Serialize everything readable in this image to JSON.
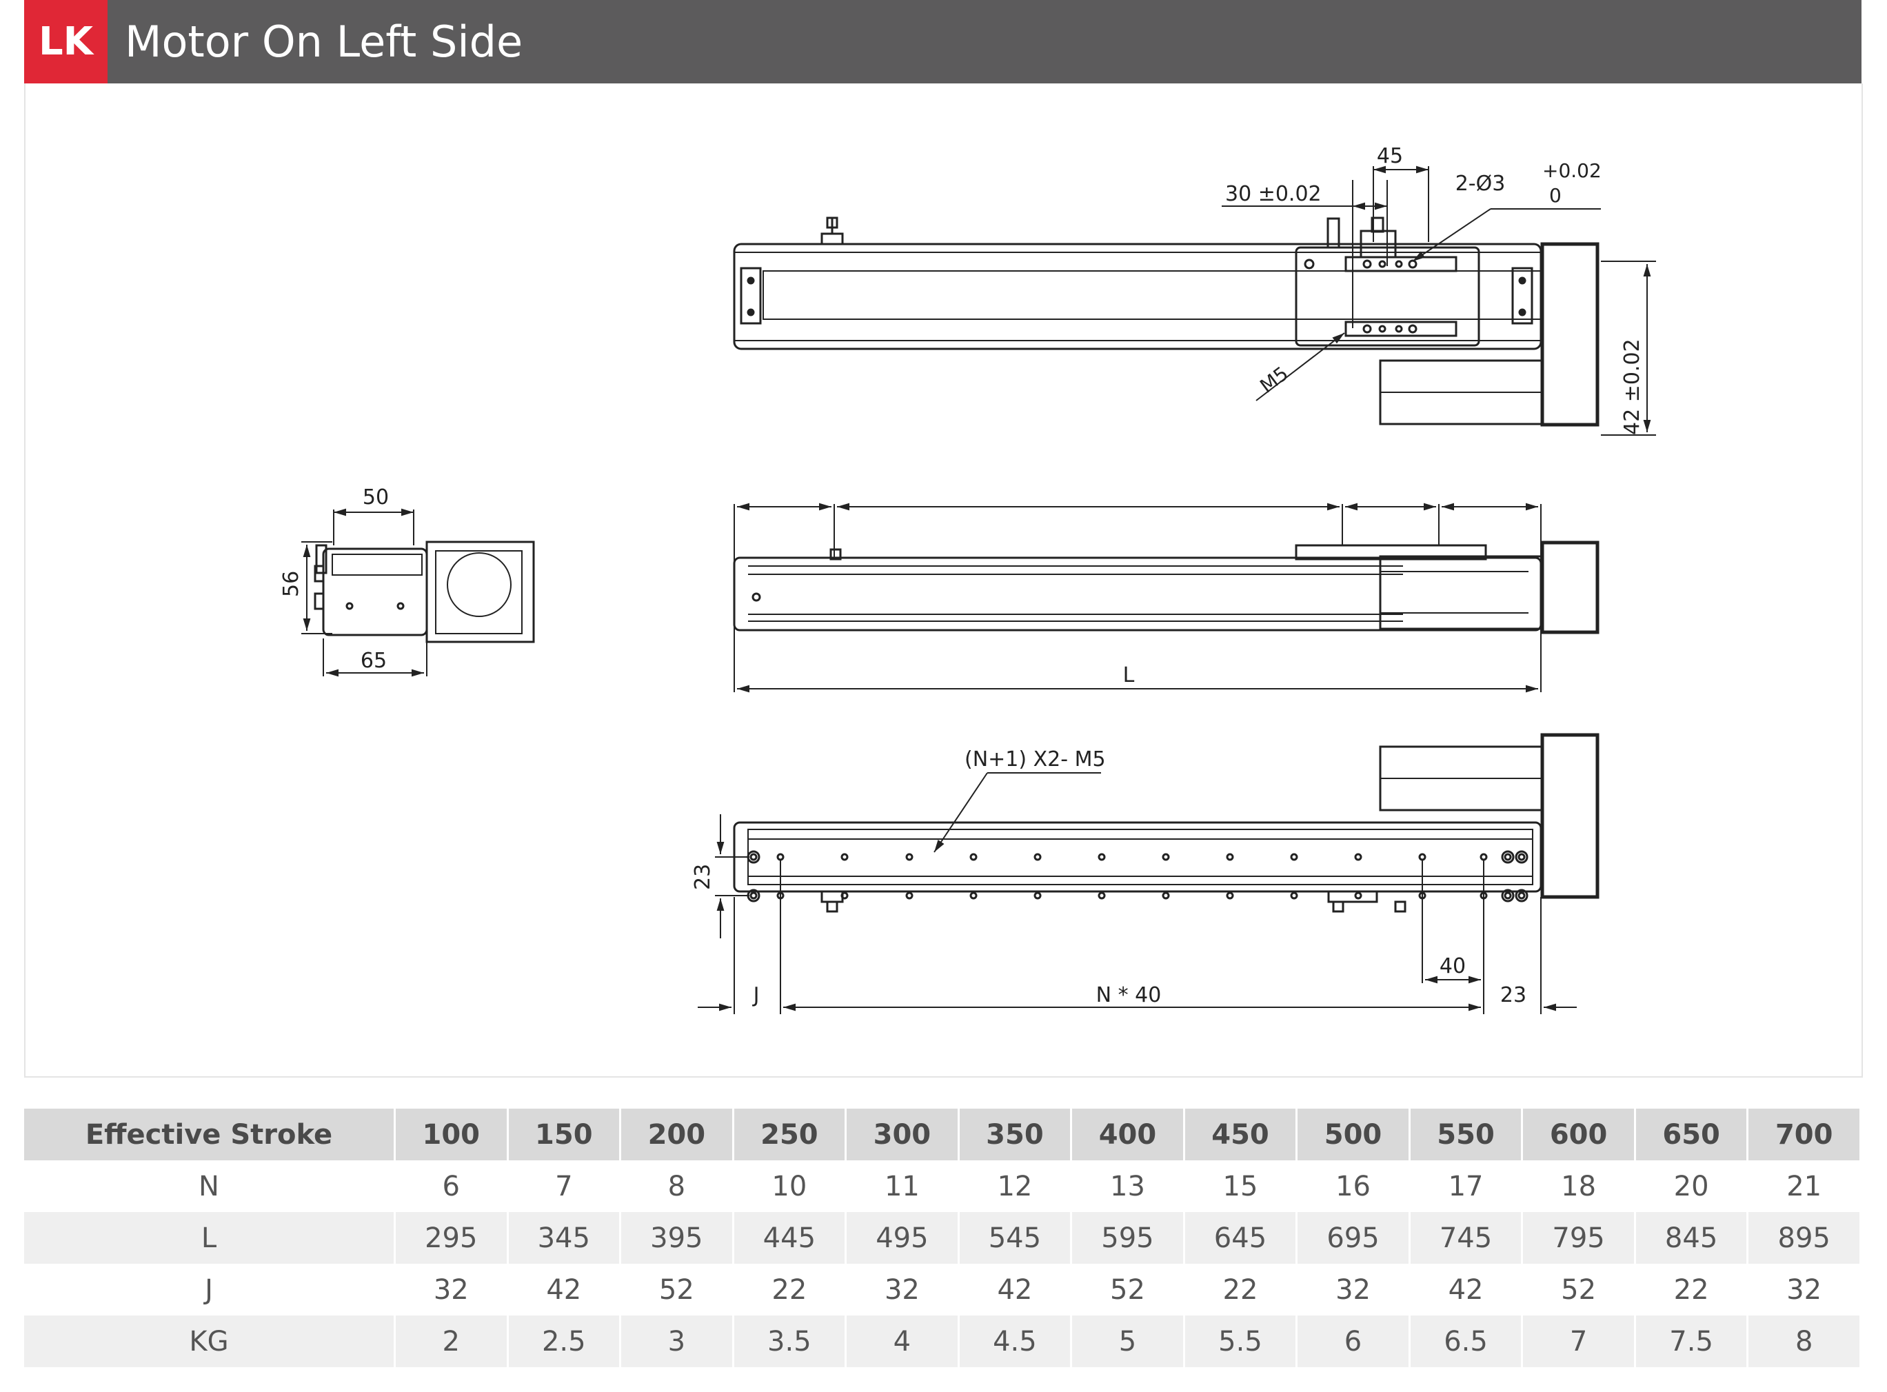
{
  "header": {
    "badge": "LK",
    "title": "Motor On Left Side"
  },
  "drawing": {
    "top_view": {
      "dim_45": "45",
      "dim_30": "30 ±0.02",
      "hole_spec": "2-Ø3",
      "hole_tol_upper": "+0.02",
      "hole_tol_lower": "0",
      "thread": "M5",
      "dim_42": "42 ±0.02"
    },
    "end_view": {
      "dim_50": "50",
      "dim_56": "56",
      "dim_65": "65"
    },
    "side_view": {
      "dim_L": "L"
    },
    "bottom_view": {
      "hole_note": "(N+1) X2-  M5",
      "dim_23_vertical": "23",
      "dim_J": "J",
      "dim_pitch": "N * 40",
      "dim_40": "40",
      "dim_23": "23"
    }
  },
  "table": {
    "header": [
      "Effective Stroke",
      "100",
      "150",
      "200",
      "250",
      "300",
      "350",
      "400",
      "450",
      "500",
      "550",
      "600",
      "650",
      "700"
    ],
    "rows": [
      [
        "N",
        "6",
        "7",
        "8",
        "10",
        "11",
        "12",
        "13",
        "15",
        "16",
        "17",
        "18",
        "20",
        "21"
      ],
      [
        "L",
        "295",
        "345",
        "395",
        "445",
        "495",
        "545",
        "595",
        "645",
        "695",
        "745",
        "795",
        "845",
        "895"
      ],
      [
        "J",
        "32",
        "42",
        "52",
        "22",
        "32",
        "42",
        "52",
        "22",
        "32",
        "42",
        "52",
        "22",
        "32"
      ],
      [
        "KG",
        "2",
        "2.5",
        "3",
        "3.5",
        "4",
        "4.5",
        "5",
        "5.5",
        "6",
        "6.5",
        "7",
        "7.5",
        "8"
      ]
    ]
  }
}
